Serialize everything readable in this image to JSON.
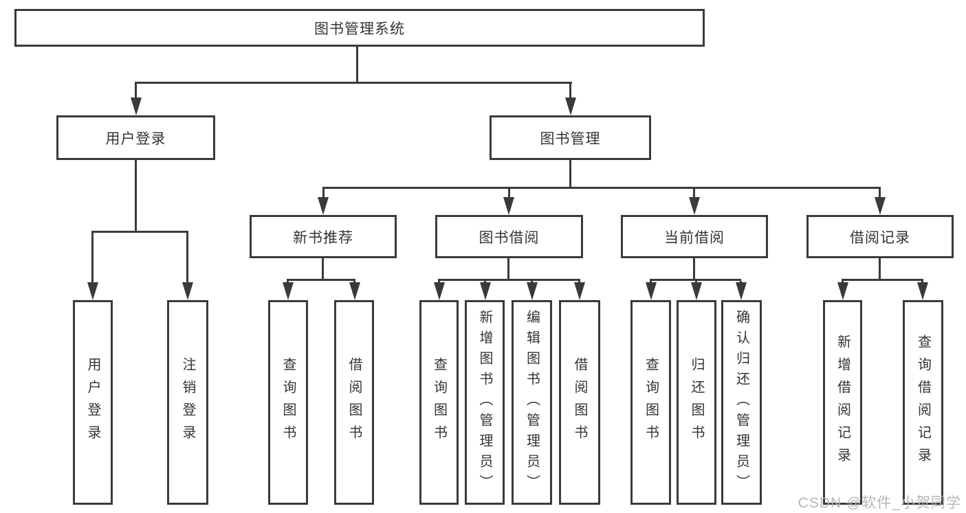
{
  "tree": {
    "root": {
      "label": "图书管理系统"
    },
    "level2": [
      {
        "label": "用户登录"
      },
      {
        "label": "图书管理"
      }
    ],
    "level3": [
      {
        "label": "新书推荐"
      },
      {
        "label": "图书借阅"
      },
      {
        "label": "当前借阅"
      },
      {
        "label": "借阅记录"
      }
    ],
    "leaves": {
      "user_login": [
        {
          "label": "用户登录"
        },
        {
          "label": "注销登录"
        }
      ],
      "new_book_recommend": [
        {
          "label": "查询图书"
        },
        {
          "label": "借阅图书"
        }
      ],
      "book_borrowing": [
        {
          "label": "查询图书"
        },
        {
          "label": "新增图书（管理员）"
        },
        {
          "label": "编辑图书（管理员）"
        },
        {
          "label": "借阅图书"
        }
      ],
      "current_borrowing": [
        {
          "label": "查询图书"
        },
        {
          "label": "归还图书"
        },
        {
          "label": "确认归还（管理员）"
        }
      ],
      "borrowing_records": [
        {
          "label": "新增借阅记录"
        },
        {
          "label": "查询借阅记录"
        }
      ]
    }
  },
  "watermark": {
    "text": "CSDN @软件_小贺同学"
  },
  "colors": {
    "line": "#3a3a3a",
    "text": "#30353c",
    "box_background": "#ffffff",
    "watermark": "#b7b7b7"
  }
}
